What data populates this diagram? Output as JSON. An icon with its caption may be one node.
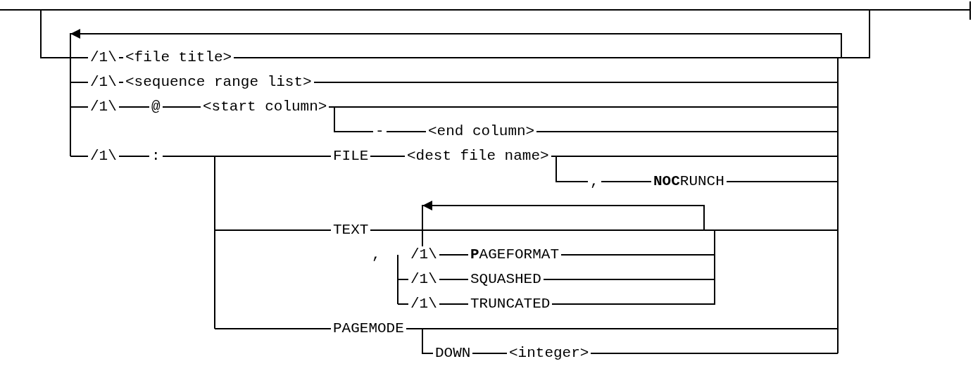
{
  "diagram": {
    "labels": [
      "/1\\",
      "<file title>",
      "/1\\",
      "<sequence range list>",
      "/1\\",
      "@",
      "<start column>",
      "-",
      "<end column>",
      "/1\\",
      ":",
      "FILE",
      "<dest file name>",
      ",",
      "**NOC**RUNCH",
      "TEXT",
      ",",
      "/1\\",
      "**P**AGEFORMAT",
      "/1\\",
      "SQUASHED",
      "/1\\",
      "TRUNCATED",
      "PAGEMODE",
      "DOWN",
      "<integer>"
    ]
  }
}
